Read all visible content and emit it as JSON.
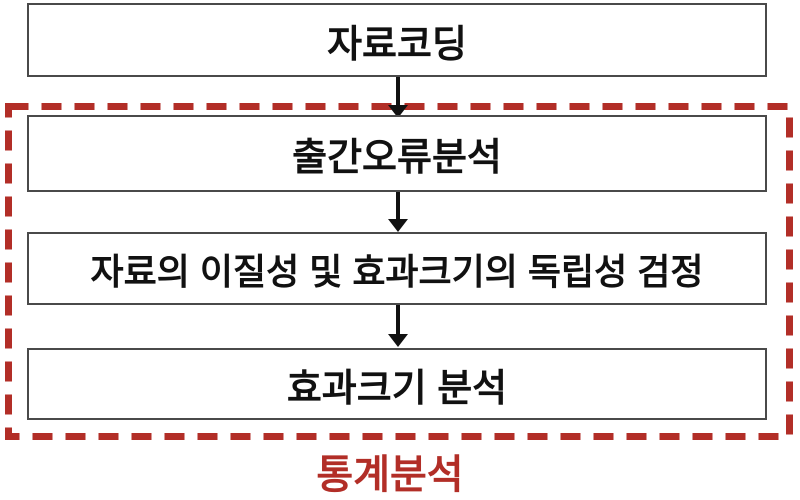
{
  "flowchart": {
    "steps": [
      {
        "label": "자료코딩"
      },
      {
        "label": "출간오류분석"
      },
      {
        "label": "자료의 이질성 및 효과크기의 독립성 검정"
      },
      {
        "label": "효과크기 분석"
      }
    ],
    "group_label": "통계분석"
  },
  "colors": {
    "accent_red": "#b22e27",
    "box_border": "#4a4a4a",
    "arrow_black": "#111111",
    "background": "#ffffff"
  }
}
